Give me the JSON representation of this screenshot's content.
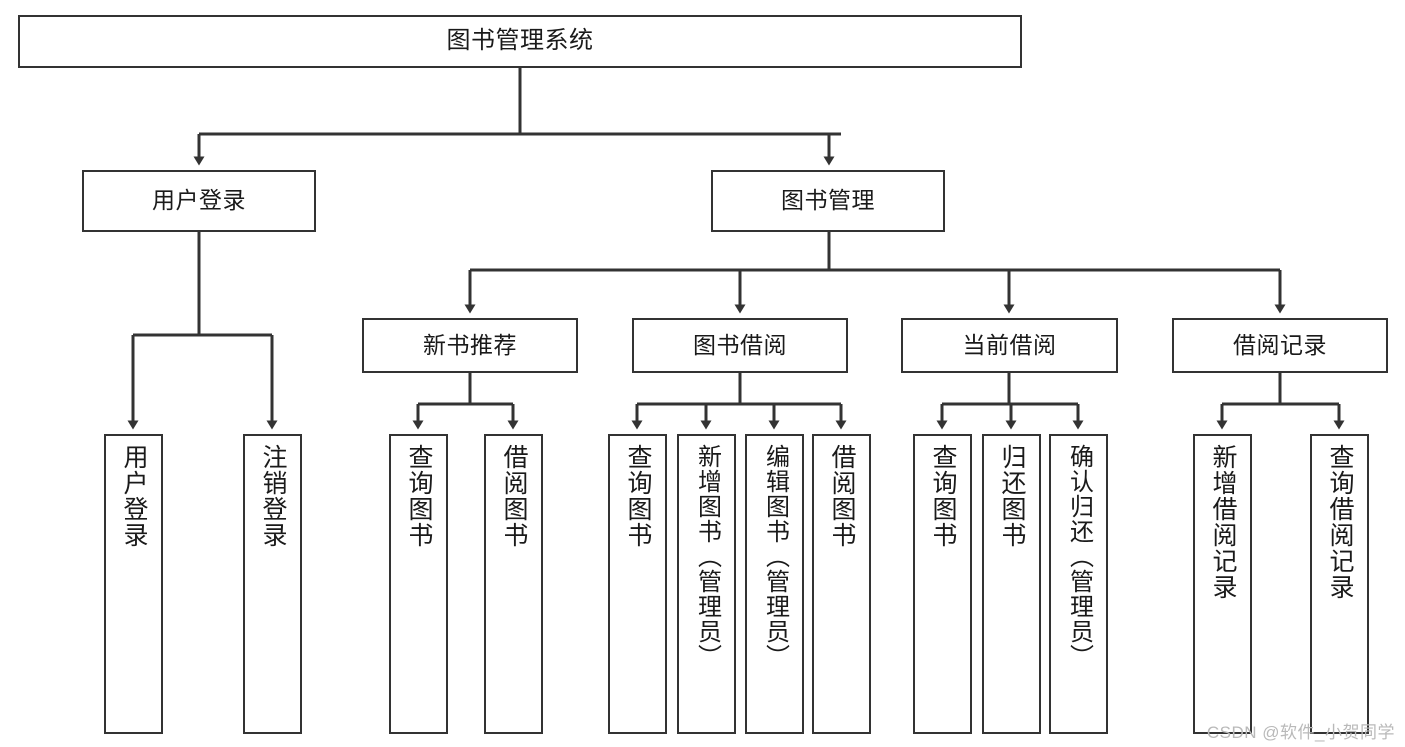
{
  "diagram": {
    "title": "图书管理系统",
    "type": "tree-hierarchy",
    "watermark": "CSDN @软件_小贺同学",
    "colors": {
      "box_border": "#333333",
      "box_fill": "#ffffff",
      "edge": "#333333",
      "text": "#1a1a1a",
      "watermark": "#b9b9b9",
      "background": "#ffffff"
    },
    "nodes": {
      "root": {
        "label": "图书管理系统"
      },
      "level2": [
        {
          "id": "user-login",
          "label": "用户登录"
        },
        {
          "id": "book-management",
          "label": "图书管理"
        }
      ],
      "level3": [
        {
          "id": "new-book-recommend",
          "label": "新书推荐"
        },
        {
          "id": "book-borrow",
          "label": "图书借阅"
        },
        {
          "id": "current-borrow",
          "label": "当前借阅"
        },
        {
          "id": "borrow-record",
          "label": "借阅记录"
        }
      ],
      "leaves": {
        "user_login": [
          {
            "id": "leaf-user-login",
            "label": "用户登录"
          },
          {
            "id": "leaf-logout-login",
            "label": "注销登录"
          }
        ],
        "new_book_recommend": [
          {
            "id": "leaf-query-book-1",
            "label": "查询图书"
          },
          {
            "id": "leaf-borrow-book-1",
            "label": "借阅图书"
          }
        ],
        "book_borrow": [
          {
            "id": "leaf-query-book-2",
            "label": "查询图书"
          },
          {
            "id": "leaf-add-book",
            "label": "新增图书（管理员）"
          },
          {
            "id": "leaf-edit-book",
            "label": "编辑图书（管理员）"
          },
          {
            "id": "leaf-borrow-book-2",
            "label": "借阅图书"
          }
        ],
        "current_borrow": [
          {
            "id": "leaf-query-book-3",
            "label": "查询图书"
          },
          {
            "id": "leaf-return-book",
            "label": "归还图书"
          },
          {
            "id": "leaf-confirm-return",
            "label": "确认归还（管理员）"
          }
        ],
        "borrow_record": [
          {
            "id": "leaf-add-record",
            "label": "新增借阅记录"
          },
          {
            "id": "leaf-query-record",
            "label": "查询借阅记录"
          }
        ]
      }
    }
  }
}
